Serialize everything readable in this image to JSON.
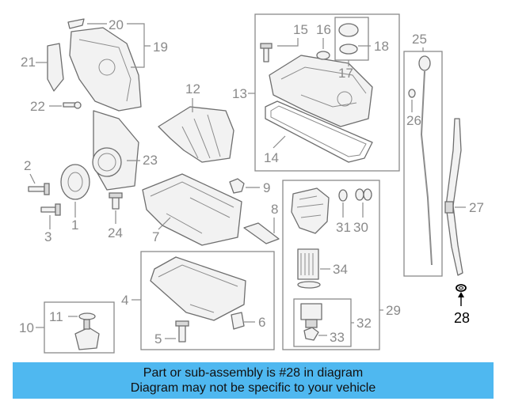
{
  "callouts": {
    "c1": "1",
    "c2": "2",
    "c3": "3",
    "c4": "4",
    "c5": "5",
    "c6": "6",
    "c7": "7",
    "c8": "8",
    "c9": "9",
    "c10": "10",
    "c11": "11",
    "c12": "12",
    "c13": "13",
    "c14": "14",
    "c15": "15",
    "c16": "16",
    "c17": "17",
    "c18": "18",
    "c19": "19",
    "c20": "20",
    "c21": "21",
    "c22": "22",
    "c23": "23",
    "c24": "24",
    "c25": "25",
    "c26": "26",
    "c27": "27",
    "c28": "28",
    "c29": "29",
    "c30": "30",
    "c31": "31",
    "c32": "32",
    "c33": "33",
    "c34": "34"
  },
  "highlighted_part": "28",
  "colors": {
    "banner": "#4fb8f0",
    "highlight": "#000000",
    "lines": "#8a8a8a"
  },
  "banner": {
    "line1": "Part or sub-assembly is #28 in diagram",
    "line2": "Diagram may not be specific to your vehicle"
  }
}
